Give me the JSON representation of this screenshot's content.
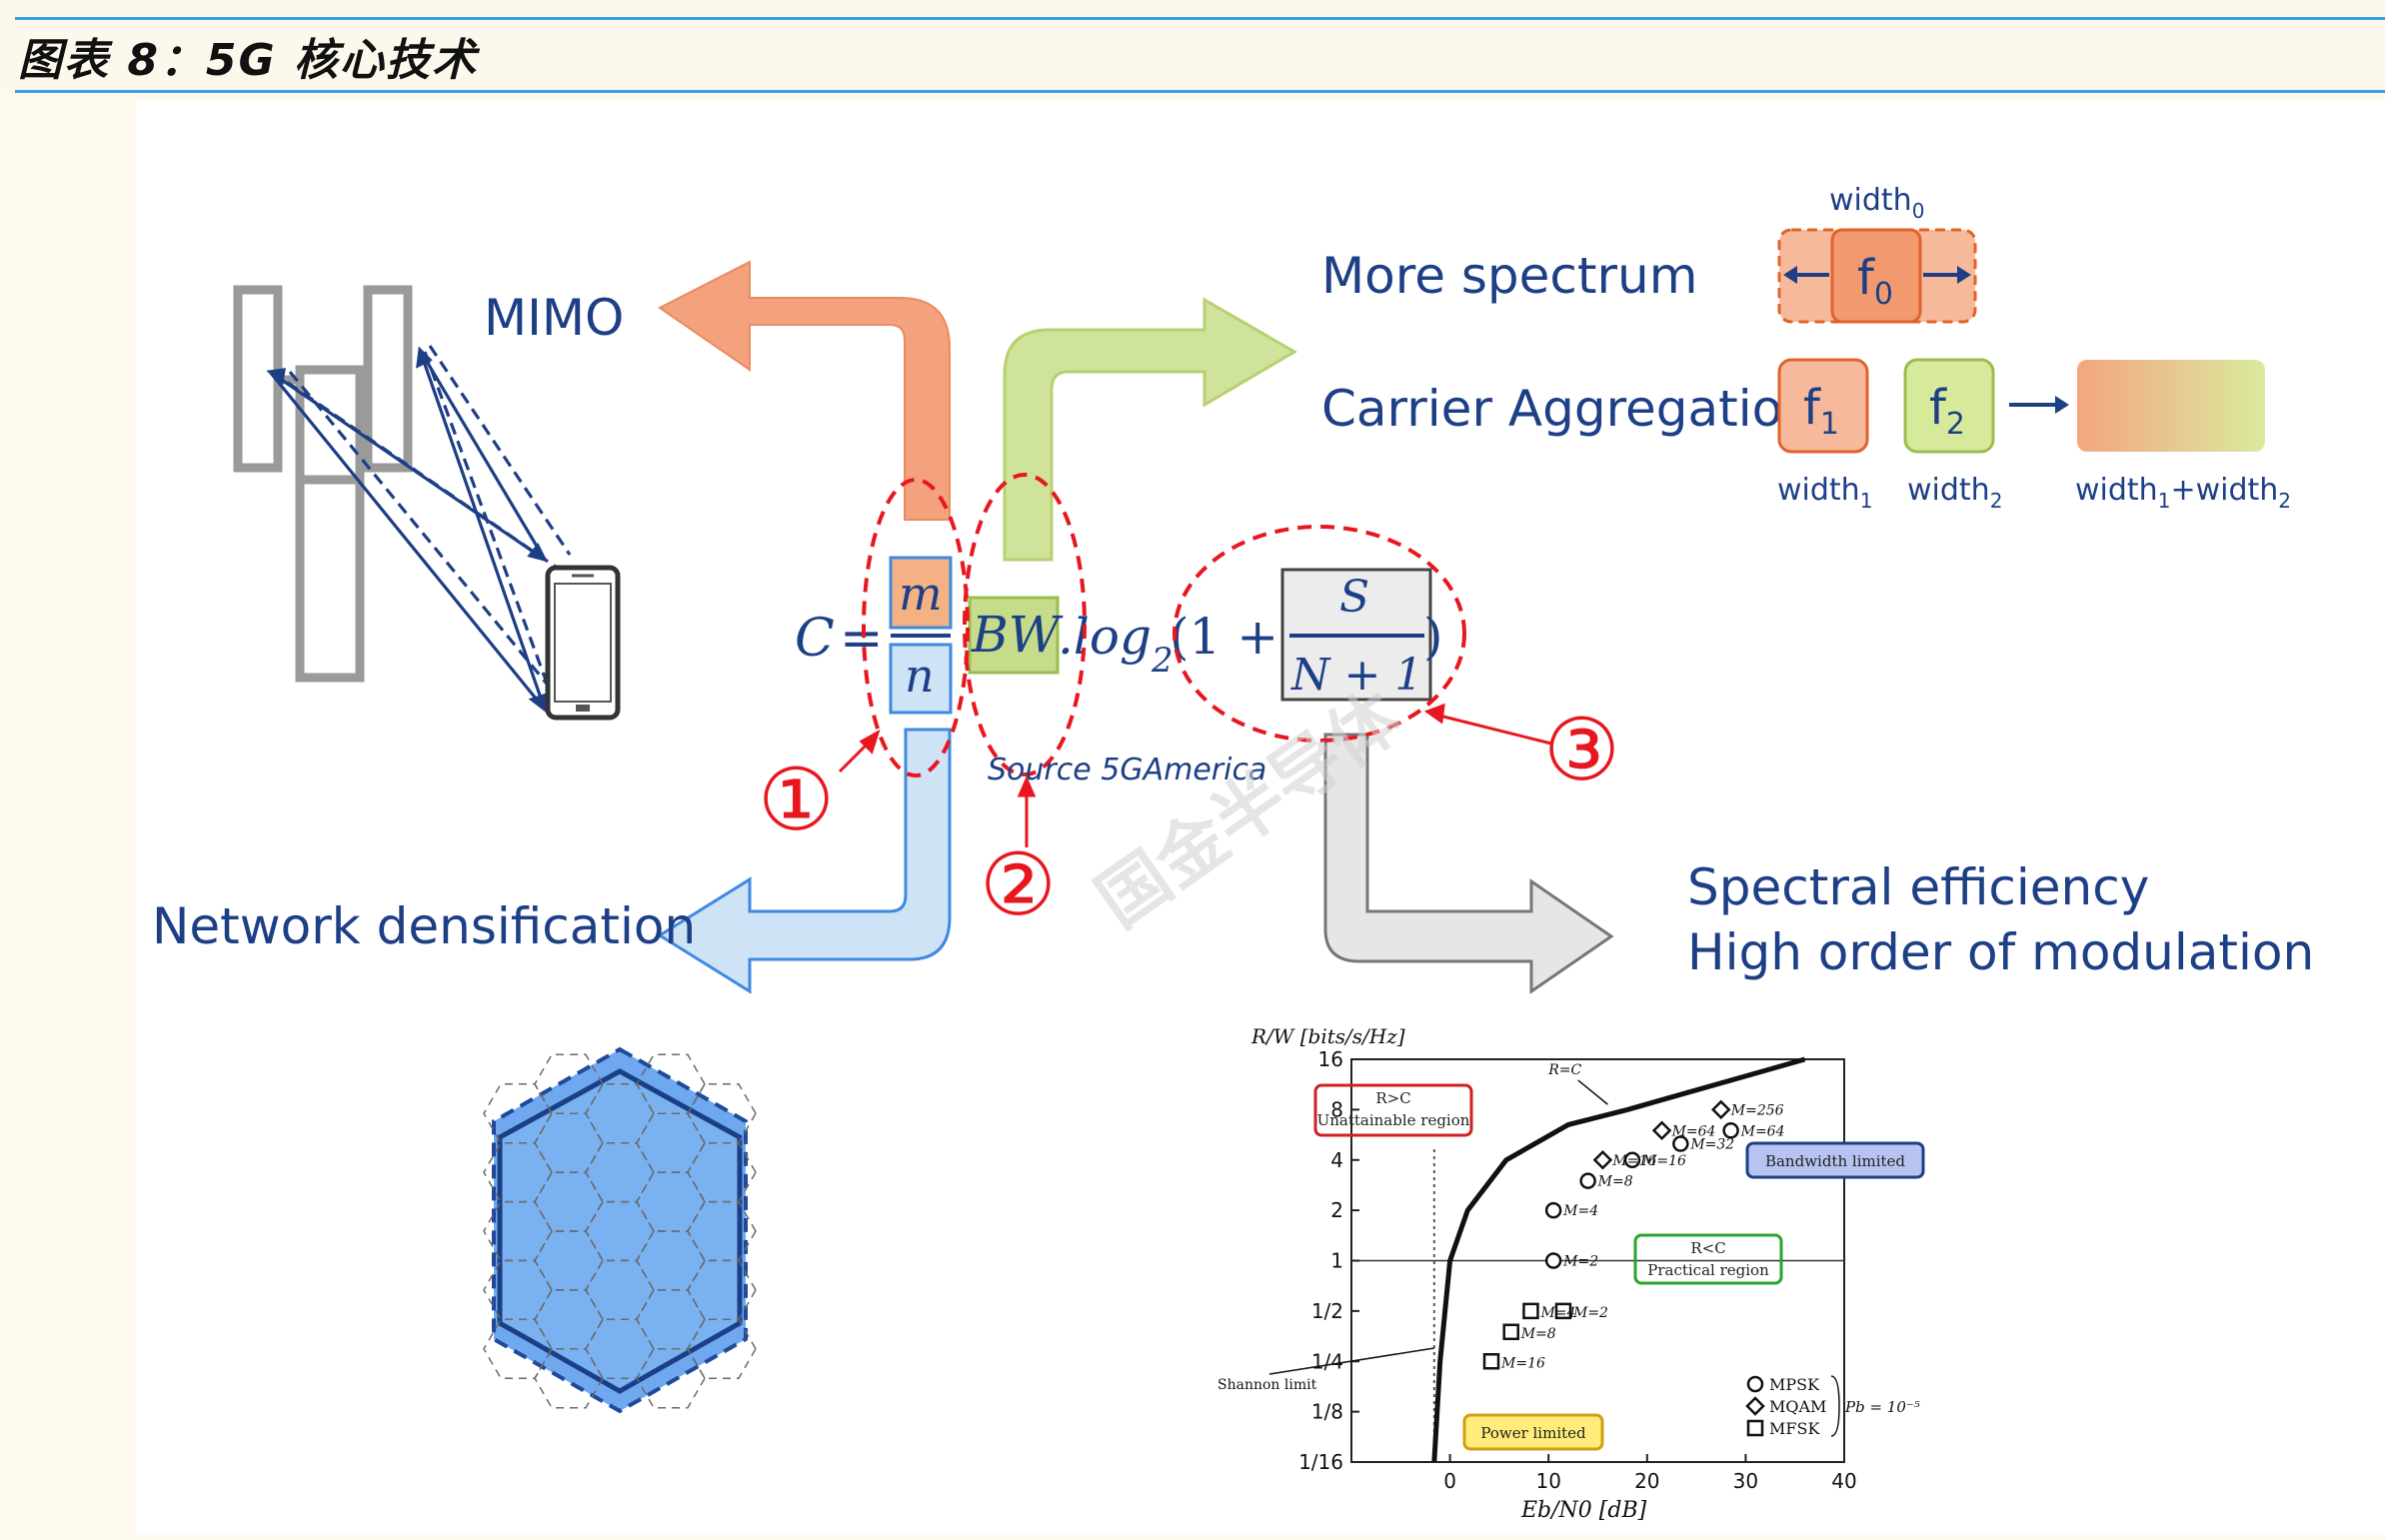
{
  "header": {
    "title": "图表 8：5G 核心技术"
  },
  "diagram": {
    "mimo_label": "MIMO",
    "more_spectrum": "More spectrum",
    "carrier_aggregation": "Carrier Aggregation",
    "spectral_efficiency": "Spectral efficiency",
    "high_order_modulation": "High order of modulation",
    "network_densification": "Network densification",
    "source": "Source 5GAmerica",
    "watermark": "国金半导体",
    "formula": {
      "c": "C",
      "eq": "=",
      "m": "m",
      "n": "n",
      "bw": "BW",
      "log": ".log",
      "log_sub": "2",
      "open": "(1 +",
      "s": "S",
      "n_plus": "N + 1",
      "close": ")"
    },
    "markers": [
      "①",
      "②",
      "③"
    ],
    "spectrum_blocks": {
      "f0": "f",
      "f0_sub": "0",
      "width0": "width",
      "width0_sub": "0",
      "f1": "f",
      "f1_sub": "1",
      "f2": "f",
      "f2_sub": "2",
      "width1": "width",
      "width1_sub": "1",
      "width2": "width",
      "width2_sub": "2",
      "width_sum_a": "width",
      "width_sum_a_sub": "1",
      "width_sum_b": "+width",
      "width_sum_b_sub": "2"
    },
    "colors": {
      "mimo_arrow": "#f4a27e",
      "spectrum_arrow": "#cfe39a",
      "densification_arrow": "#cfe3f7",
      "modulation_arrow": "#e6e6e6",
      "text_navy": "#1d3f86",
      "marker_red": "#e8171f"
    },
    "icons": [
      "cell-tower-icon",
      "smartphone-icon",
      "hexagon-cell-icon"
    ]
  },
  "chart_data": {
    "type": "scatter",
    "ylabel": "R/W [bits/s/Hz]",
    "xlabel": "Eb/N0 [dB]",
    "x_ticks": [
      "0",
      "10",
      "20",
      "30",
      "40"
    ],
    "y_ticks": [
      "16",
      "8",
      "4",
      "2",
      "1",
      "1/2",
      "1/4",
      "1/8",
      "1/16"
    ],
    "xlim": [
      -10,
      40
    ],
    "y_scale": "log2",
    "shannon_limit_label": "Shannon limit",
    "rc_label": "R=C",
    "regions": {
      "unattainable": [
        "R>C",
        "Unattainable region"
      ],
      "practical": [
        "R<C",
        "Practical region"
      ],
      "bandwidth_limited": "Bandwidth limited",
      "power_limited": "Power limited"
    },
    "shannon_curve": [
      [
        -1.6,
        0.0625
      ],
      [
        -1.0,
        0.25
      ],
      [
        0.0,
        1
      ],
      [
        1.8,
        2
      ],
      [
        5.7,
        4
      ],
      [
        12,
        6.5
      ],
      [
        18,
        8
      ],
      [
        36,
        16
      ]
    ],
    "series": [
      {
        "name": "MPSK",
        "marker": "circle",
        "points": [
          {
            "label": "M=2",
            "x": 10.5,
            "y": 1
          },
          {
            "label": "M=4",
            "x": 10.5,
            "y": 2
          },
          {
            "label": "M=8",
            "x": 14,
            "y": 3
          },
          {
            "label": "M=16",
            "x": 18.5,
            "y": 4
          },
          {
            "label": "M=32",
            "x": 23.4,
            "y": 5
          },
          {
            "label": "M=64",
            "x": 28.5,
            "y": 6
          }
        ]
      },
      {
        "name": "MQAM",
        "marker": "diamond",
        "points": [
          {
            "label": "M=16",
            "x": 15.5,
            "y": 4
          },
          {
            "label": "M=64",
            "x": 21.5,
            "y": 6
          },
          {
            "label": "M=256",
            "x": 27.5,
            "y": 8
          }
        ]
      },
      {
        "name": "MFSK",
        "marker": "square",
        "points": [
          {
            "label": "M=2",
            "x": 11.5,
            "y": 0.5
          },
          {
            "label": "M=4",
            "x": 8.2,
            "y": 0.5
          },
          {
            "label": "M=8",
            "x": 6.2,
            "y": 0.375
          },
          {
            "label": "M=16",
            "x": 4.2,
            "y": 0.25
          }
        ]
      }
    ],
    "pb_label": "Pb = 10⁻⁵"
  }
}
